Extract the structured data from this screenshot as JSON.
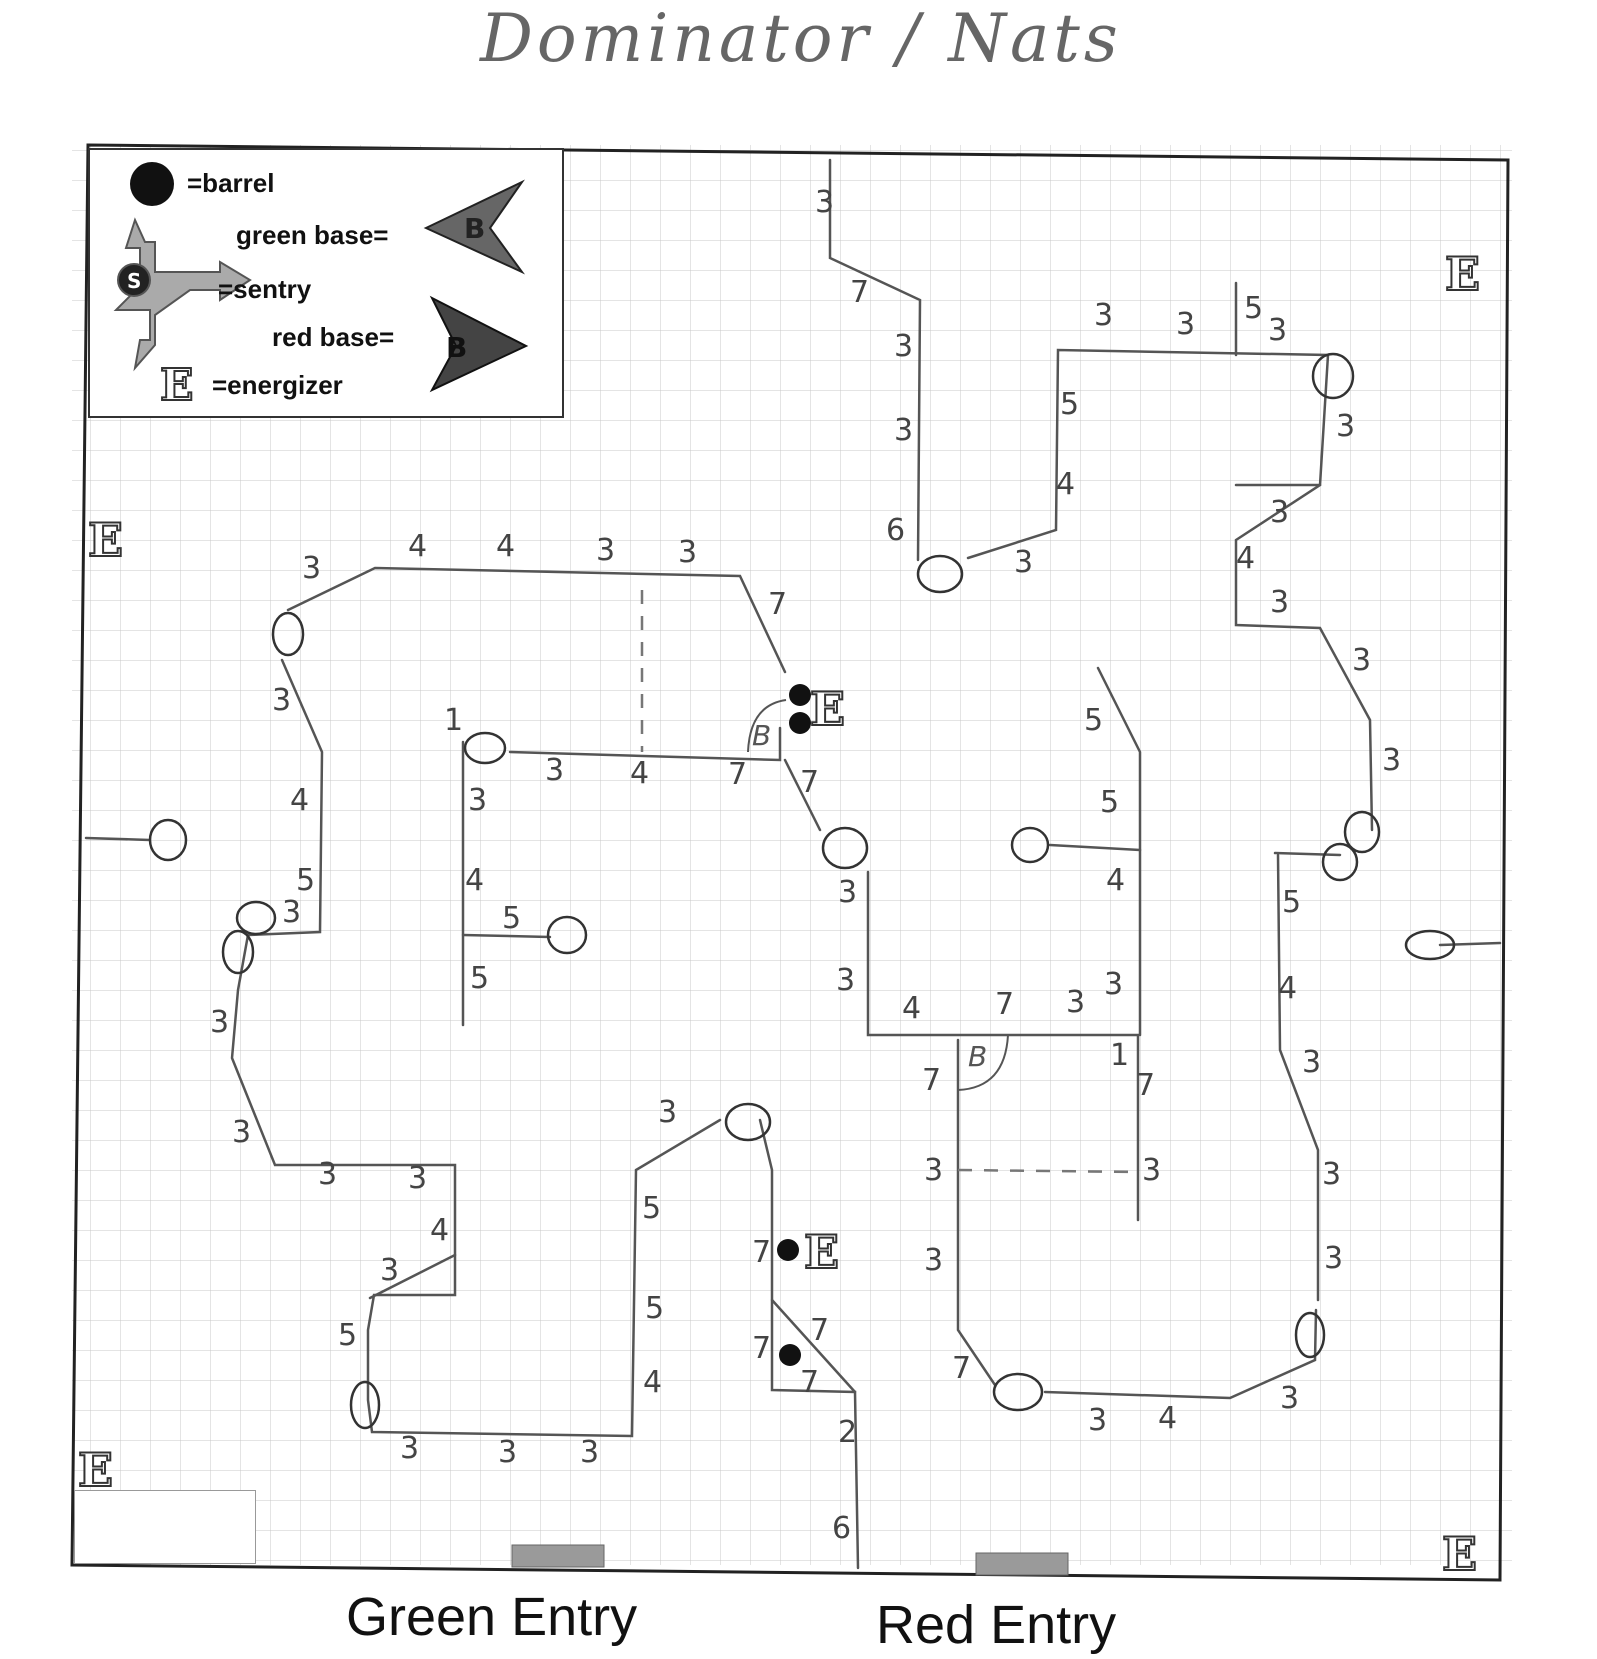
{
  "title": "Dominator / Nats",
  "legend": {
    "barrel": "=barrel",
    "green_base": "green base=",
    "sentry": "=sentry",
    "red_base": "red base=",
    "energizer": "=energizer",
    "base_letter": "B",
    "sentry_letter": "S",
    "energizer_letter": "E"
  },
  "entries": {
    "green": "Green Entry",
    "red": "Red Entry"
  },
  "colors": {
    "wall": "#555555",
    "grid": "#c8c8c8",
    "barrel": "#111111",
    "entry_marker": "#9a9a9a",
    "legend_base": "#555555"
  },
  "map_labels": {
    "energizer": "E",
    "base": "B",
    "n1": "1",
    "n2": "2",
    "n3": "3",
    "n4": "4",
    "n5": "5",
    "n6": "6",
    "n7": "7"
  }
}
